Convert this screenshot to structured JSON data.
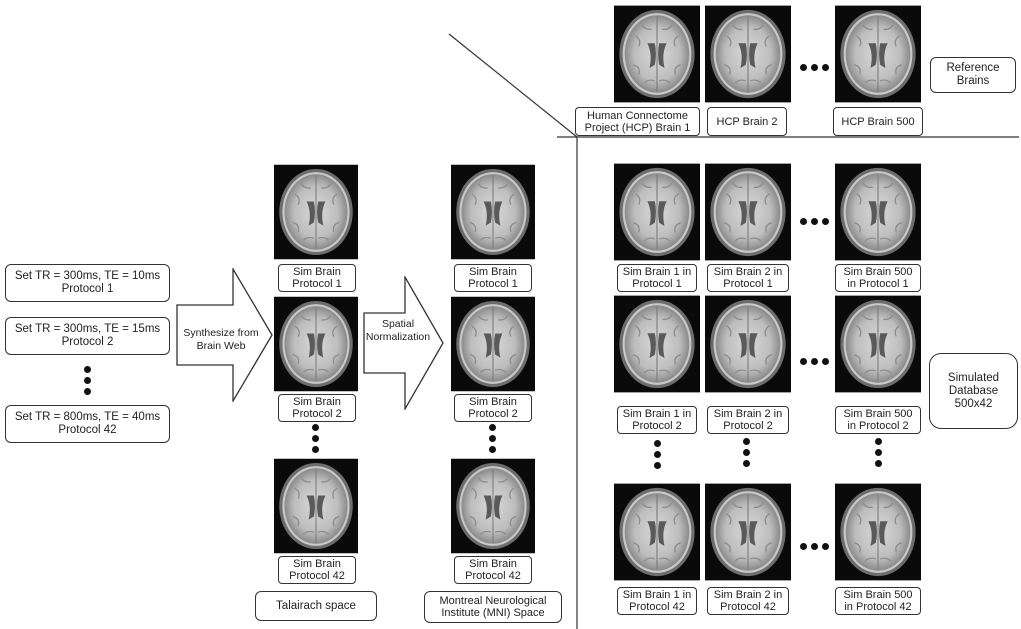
{
  "protocols": [
    {
      "line1": "Set TR = 300ms, TE = 10ms",
      "line2": "Protocol 1"
    },
    {
      "line1": "Set TR = 300ms, TE = 15ms",
      "line2": "Protocol 2"
    },
    {
      "line1": "Set TR = 800ms, TE = 40ms",
      "line2": "Protocol 42"
    }
  ],
  "arrows": {
    "synth": {
      "line1": "Synthesize from",
      "line2": "Brain Web"
    },
    "norm": {
      "line1": "Spatial",
      "line2": "Normalization"
    }
  },
  "talairach": {
    "labels": [
      {
        "line1": "Sim Brain",
        "line2": "Protocol 1"
      },
      {
        "line1": "Sim Brain",
        "line2": "Protocol 2"
      },
      {
        "line1": "Sim Brain",
        "line2": "Protocol 42"
      }
    ],
    "space": "Talairach space"
  },
  "mni": {
    "labels": [
      {
        "line1": "Sim Brain",
        "line2": "Protocol 1"
      },
      {
        "line1": "Sim Brain",
        "line2": "Protocol 2"
      },
      {
        "line1": "Sim Brain",
        "line2": "Protocol 42"
      }
    ],
    "space_line1": "Montreal Neurological",
    "space_line2": "Institute (MNI) Space"
  },
  "reference": {
    "labels": [
      {
        "line1": "Human Connectome",
        "line2": "Project (HCP) Brain 1"
      },
      {
        "line1": "HCP Brain 2",
        "line2": ""
      },
      {
        "line1": "HCP Brain 500",
        "line2": ""
      }
    ],
    "title_line1": "Reference",
    "title_line2": "Brains"
  },
  "simulated": {
    "rows": [
      [
        {
          "line1": "Sim Brain 1 in",
          "line2": "Protocol 1"
        },
        {
          "line1": "Sim Brain 2 in",
          "line2": "Protocol 1"
        },
        {
          "line1": "Sim Brain 500",
          "line2": "in Protocol 1"
        }
      ],
      [
        {
          "line1": "Sim Brain 1 in",
          "line2": "Protocol 2"
        },
        {
          "line1": "Sim Brain 2 in",
          "line2": "Protocol 2"
        },
        {
          "line1": "Sim Brain 500",
          "line2": "in Protocol 2"
        }
      ],
      [
        {
          "line1": "Sim Brain 1 in",
          "line2": "Protocol 42"
        },
        {
          "line1": "Sim Brain 2 in",
          "line2": "Protocol 42"
        },
        {
          "line1": "Sim Brain 500",
          "line2": "in Protocol 42"
        }
      ]
    ],
    "title_line1": "Simulated",
    "title_line2": "Database",
    "title_line3": "500x42"
  }
}
